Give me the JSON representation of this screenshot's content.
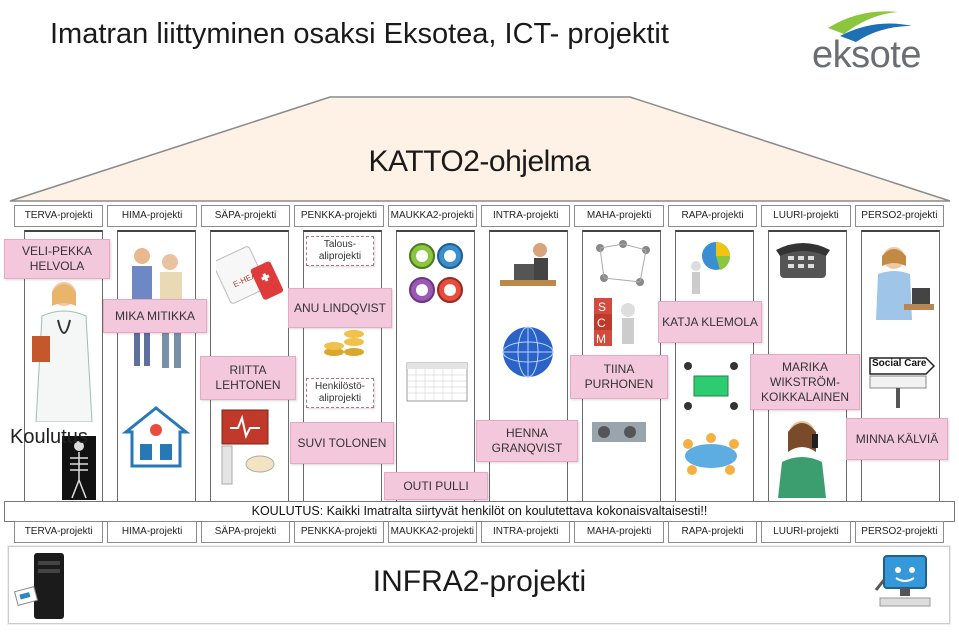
{
  "header": {
    "title": "Imatran liittyminen osaksi Eksotea,  ICT- projektit",
    "logo_text": "eksote"
  },
  "roof": {
    "title": "KATTO2-ohjelma"
  },
  "projects_top": [
    "TERVA-projekti",
    "HIMA-projekti",
    "SÄPA-projekti",
    "PENKKA-projekti",
    "MAUKKA2-projekti",
    "INTRA-projekti",
    "MAHA-projekti",
    "RAPA-projekti",
    "LUURI-projekti",
    "PERSO2-projekti"
  ],
  "projects_bottom": [
    "TERVA-projekti",
    "HIMA-projekti",
    "SÄPA-projekti",
    "PENKKA-projekti",
    "MAUKKA2-projekti",
    "INTRA-projekti",
    "MAHA-projekti",
    "RAPA-projekti",
    "LUURI-projekti",
    "PERSO2-projekti"
  ],
  "people": {
    "veli_pekka": "VELI-PEKKA HELVOLA",
    "mika": "MIKA MITIKKA",
    "talous": "Talous-aliprojekti",
    "anu": "ANU LINDQVIST",
    "katja": "KATJA KLEMOLA",
    "riitta": "RIITTA LEHTONEN",
    "henkilosto": "Henkilöstö-aliprojekti",
    "tiina": "TIINA PURHONEN",
    "marika": "MARIKA WIKSTRÖM-KOIKKALAINEN",
    "suvi": "SUVI TOLONEN",
    "henna": "HENNA GRANQVIST",
    "minna": "MINNA KÄLVIÄ",
    "outi": "OUTI PULLI"
  },
  "koulutus_label": "Koulutus",
  "banner": "KOULUTUS: Kaikki Imatralta siirtyvät henkilöt on koulutettava kokonaisvaltaisesti!!",
  "infra": {
    "title": "INFRA2-projekti"
  },
  "social_sign": "Social Care",
  "colors": {
    "roof_fill": "#fef1e6",
    "roof_stroke": "#8a8a8a",
    "name_box": "#f4c8dc",
    "logo_green": "#8cc63f",
    "logo_blue": "#1f6fb5"
  }
}
